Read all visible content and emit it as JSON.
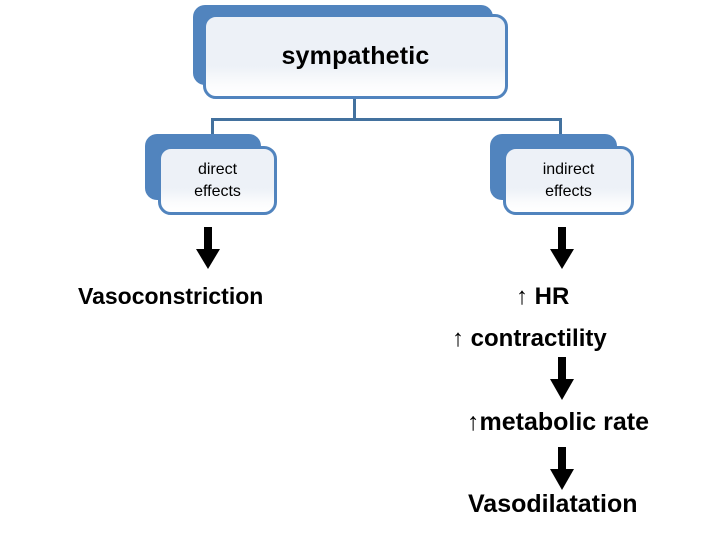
{
  "diagram": {
    "title": "sympathetic",
    "nodes": {
      "root": {
        "label": "sympathetic"
      },
      "direct": {
        "label": "direct\neffects",
        "line1": "direct",
        "line2": "effects"
      },
      "indirect": {
        "label": "indirect\neffects",
        "line1": "indirect",
        "line2": "effects"
      }
    },
    "outcomes": {
      "vasoconstriction": "Vasoconstriction",
      "hr": "↑ HR",
      "contractility": "↑ contractility",
      "metabolic_rate": "↑metabolic rate",
      "vasodilatation": "Vasodilatation"
    },
    "icons": {
      "down_arrow": "down-arrow-icon",
      "up_arrow": "up-arrow-glyph"
    },
    "colors": {
      "node_blue": "#5184BE",
      "connector_blue": "#43719E",
      "node_fill": "#EDF1F7",
      "arrow_black": "#000000",
      "background": "#FFFFFF"
    }
  }
}
